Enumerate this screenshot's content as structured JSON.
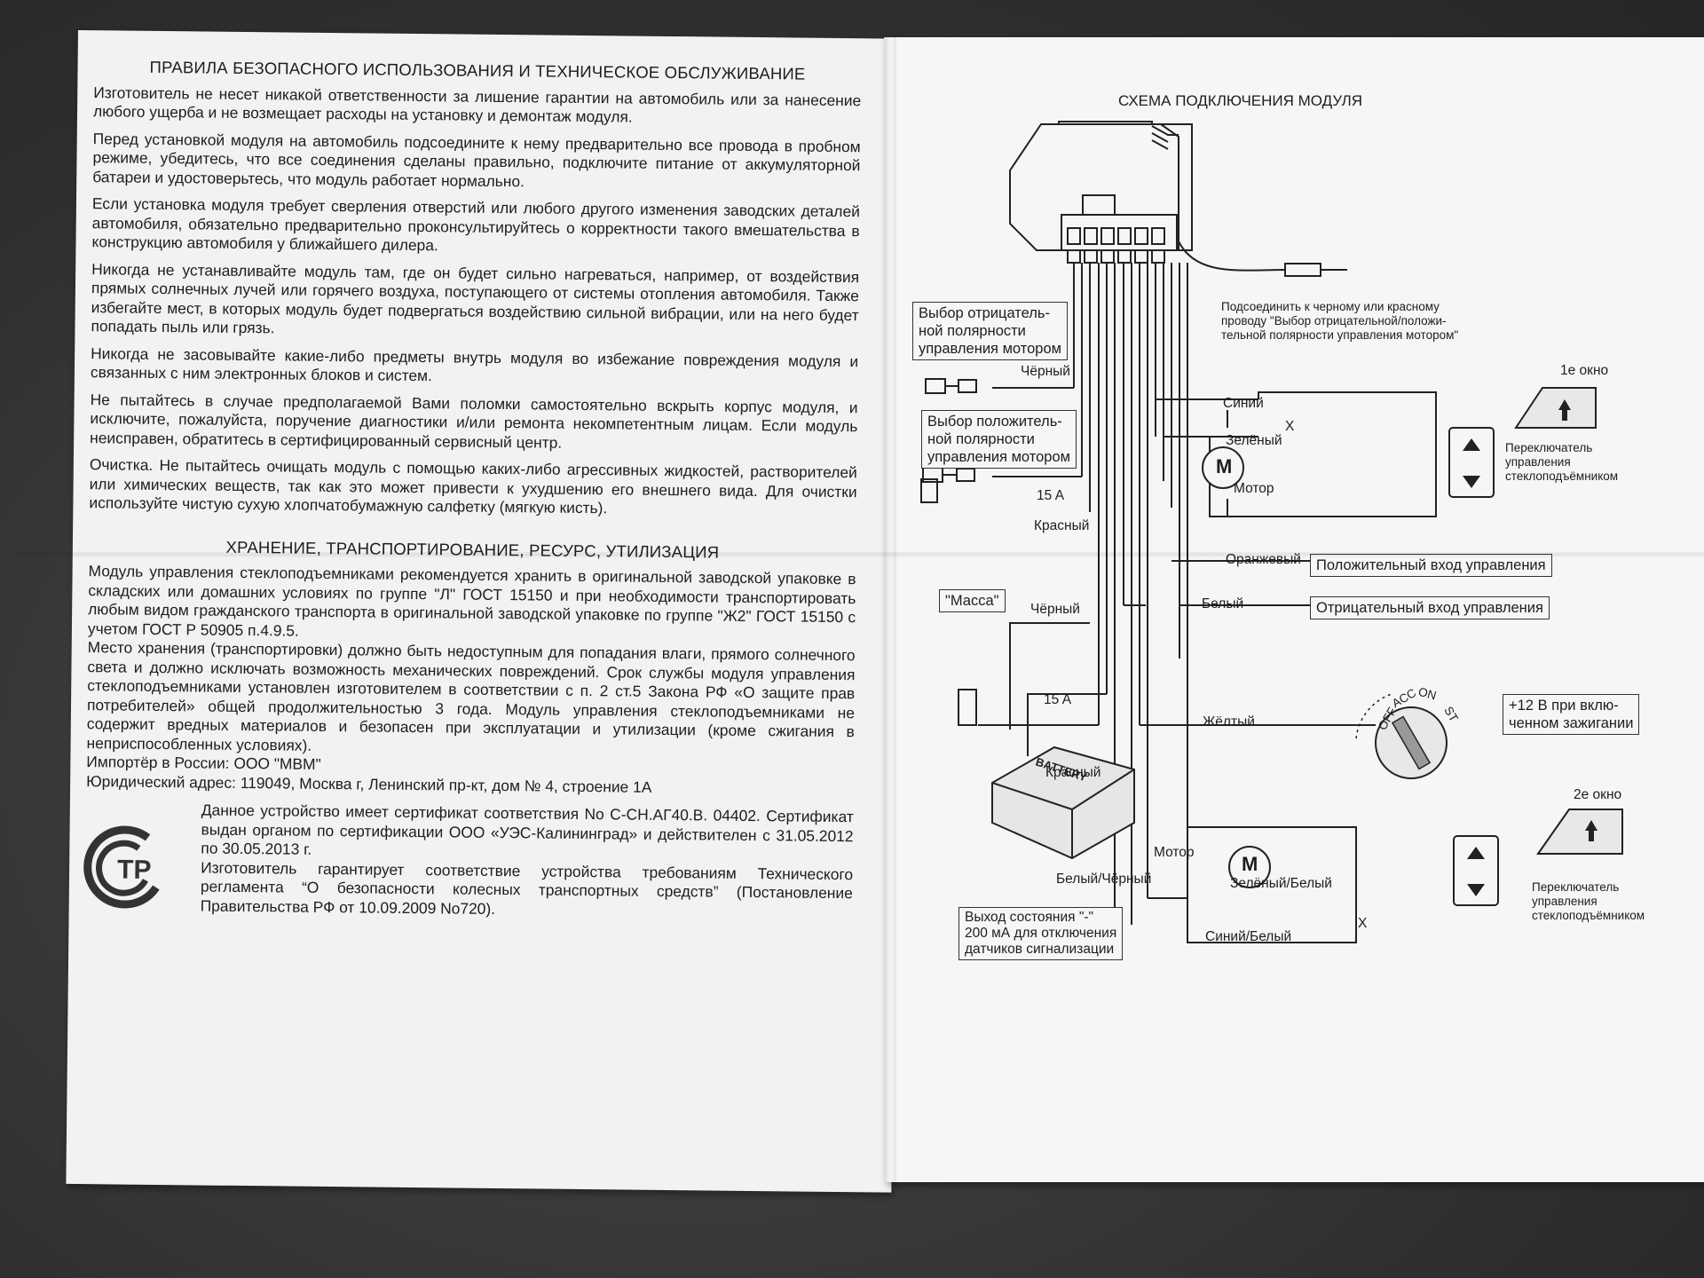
{
  "left": {
    "title": "ПРАВИЛА БЕЗОПАСНОГО ИСПОЛЬЗОВАНИЯ И ТЕХНИЧЕСКОЕ ОБСЛУЖИВАНИЕ",
    "paragraphs": [
      "Изготовитель не несет никакой ответственности за лишение гарантии на автомобиль или за нанесение любого ущерба и не возмещает расходы на установку и демонтаж модуля.",
      "Перед установкой модуля на автомобиль подсоедините к нему предварительно все провода в пробном режиме, убедитесь, что все соединения сделаны правильно, подключите питание от аккумуляторной батареи и удостоверьтесь, что модуль работает нормально.",
      "Если установка модуля требует сверления отверстий или любого другого изменения заводских деталей автомобиля, обязательно предварительно проконсультируйтесь о корректности такого вмешательства в конструкцию автомобиля у ближайшего дилера.",
      "Никогда не устанавливайте модуль там, где он будет сильно нагреваться, например, от воздействия прямых солнечных лучей или горячего воздуха, поступающего от системы отопления автомобиля. Также избегайте мест, в которых модуль будет подвергаться воздействию сильной вибрации, или на него будет попадать пыль или грязь.",
      "Никогда не засовывайте какие-либо предметы внутрь модуля во избежание повреждения модуля и связанных с ним электронных блоков и систем.",
      "Не пытайтесь в случае предполагаемой Вами поломки самостоятельно вскрыть корпус модуля, и исключите, пожалуйста, поручение диагностики и/или ремонта некомпетентным лицам. Если модуль неисправен, обратитесь в сертифицированный сервисный центр.",
      "Очистка. Не пытайтесь очищать модуль с помощью каких-либо агрессивных жидкостей, растворителей или химических веществ, так как это может привести к ухудшению его внешнего вида. Для очистки используйте чистую сухую хлопчатобумажную салфетку (мягкую кисть)."
    ],
    "title2": "ХРАНЕНИЕ, ТРАНСПОРТИРОВАНИЕ, РЕСУРС, УТИЛИЗАЦИЯ",
    "storage": [
      "Модуль управления стеклоподъемниками рекомендуется хранить в оригинальной заводской упаковке в складских или домашних условиях по группе \"Л\" ГОСТ 15150 и при необходимости транспортировать любым видом гражданского транспорта в оригинальной заводской упаковке по группе \"Ж2\" ГОСТ 15150 с учетом ГОСТ Р 50905 п.4.9.5.",
      "Место хранения (транспортировки) должно быть недоступным для попадания влаги, прямого солнечного света и должно исключать возможность механических повреждений. Срок службы модуля управления стеклоподъемниками установлен изготовителем в соответствии с п. 2 ст.5 Закона РФ «О защите прав потребителей» общей продолжительностью 3 года. Модуль управления стеклоподъемниками не содержит вредных материалов и безопасен при эксплуатации и утилизации (кроме сжигания в неприспособленных условиях).",
      "Импортёр в России: ООО \"МВМ\"",
      "Юридический адрес: 119049, Москва г, Ленинский пр-кт, дом № 4, строение 1А"
    ],
    "cert": [
      "Данное устройство имеет сертификат соответствия No С-СН.АГ40.В. 04402. Сертификат выдан органом по сертификации ООО «УЭС-Калининград» и действителен с 31.05.2012 по 30.05.2013 г.",
      "Изготовитель гарантирует соответствие устройства требованиям Технического регламента “О безопасности колесных транспортных средств” (Постановление Правительства РФ от 10.09.2009 No720)."
    ],
    "logo_text": "ТР"
  },
  "diagram": {
    "title": "СХЕМА ПОДКЛЮЧЕНИЯ МОДУЛЯ",
    "neg_select": [
      "Выбор отрицатель-",
      "ной полярности",
      "управления мотором"
    ],
    "pos_select": [
      "Выбор положитель-",
      "ной полярности",
      "управления мотором"
    ],
    "connect_note": [
      "Подсоединить к черному или красному",
      "проводу \"Выбор отрицательной/положи-",
      "тельной полярности управления мотором\""
    ],
    "black": "Чёрный",
    "red": "Красный",
    "fuse": "15 A",
    "blue": "Синий",
    "green": "Зелёный",
    "motor": "Мотор",
    "window1": "1е окно",
    "window2": "2е окно",
    "switch_label": [
      "Переключатель",
      "управления",
      "стеклоподъёмником"
    ],
    "orange": "Оранжевый",
    "pos_input": "Положительный вход управления",
    "white": "Белый",
    "neg_input": "Отрицательный вход управления",
    "ground": "\"Масса\"",
    "battery": "BATTERY",
    "yellow": "Жёлтый",
    "ign_note": [
      "+12 В при вклю-",
      "ченном зажигании"
    ],
    "ign_positions": [
      "OFF",
      "ACC",
      "ON",
      "ST"
    ],
    "white_black": "Белый/Чёрный",
    "green_white": "Зелёный/Белый",
    "blue_white": "Синий/Белый",
    "status_out": [
      "Выход состояния \"-\"",
      "200 мА для отключения",
      "датчиков сигнализации"
    ],
    "motor_symbol": "M",
    "x_mark": "X"
  }
}
